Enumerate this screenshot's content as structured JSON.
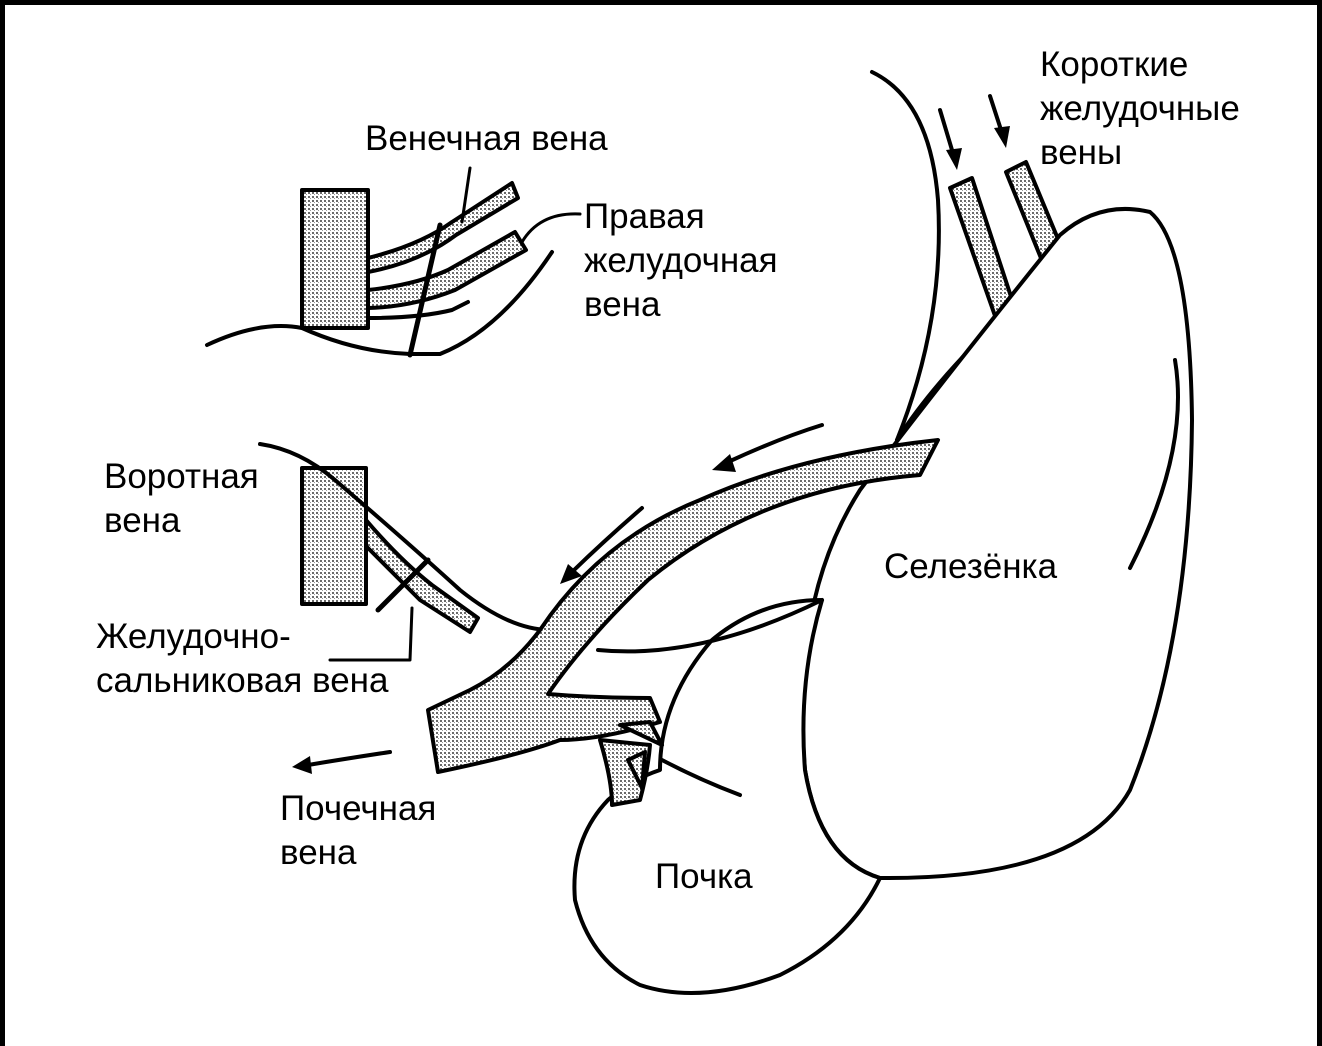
{
  "labels": {
    "coronary_vein": "Венечная вена",
    "right_gastric_vein": [
      "Правая",
      "желудочная",
      "вена"
    ],
    "short_gastric_veins": [
      "Короткие",
      "желудочные",
      "вены"
    ],
    "portal_vein": [
      "Воротная",
      "вена"
    ],
    "gastroepiploic_vein": [
      "Желудочно-",
      "сальниковая вена"
    ],
    "spleen": "Селезёнка",
    "renal_vein": [
      "Почечная",
      "вена"
    ],
    "kidney": "Почка"
  },
  "colors": {
    "outline": "#000000",
    "vessel_fill": "#c8c8c8",
    "background": "#ffffff"
  }
}
